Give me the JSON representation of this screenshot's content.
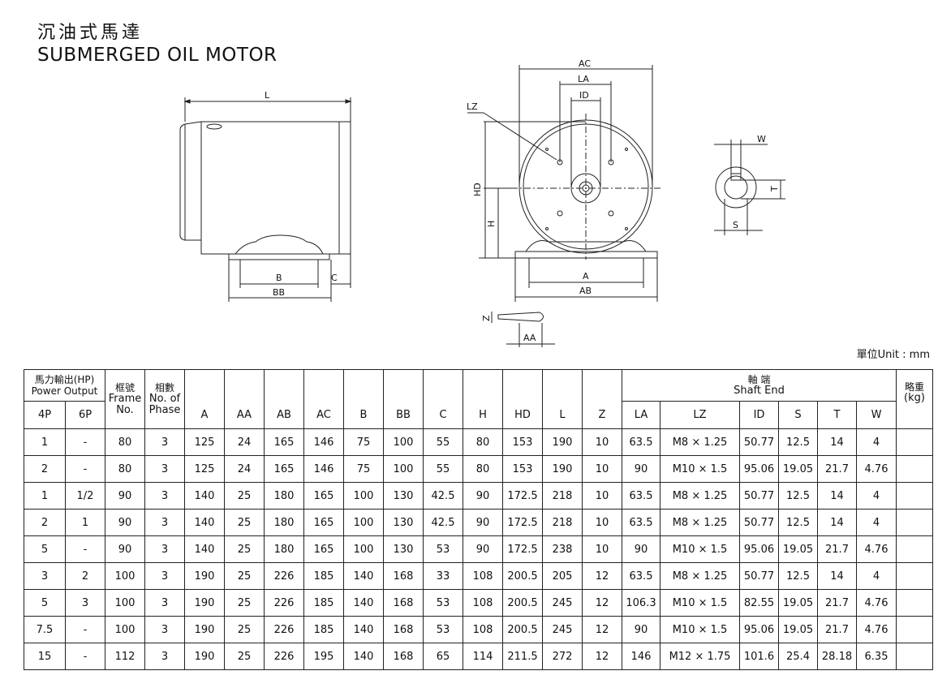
{
  "title_cn": "沉油式馬達",
  "title_en": "SUBMERGED OIL MOTOR",
  "unit_label": "單位Unit : mm",
  "drawing_labels": {
    "L": "L",
    "B": "B",
    "C": "C",
    "BB": "BB",
    "AC": "AC",
    "LA": "LA",
    "ID": "ID",
    "LZ": "LZ",
    "HD": "HD",
    "H": "H",
    "A": "A",
    "AB": "AB",
    "Z": "Z",
    "AA": "AA",
    "W": "W",
    "T": "T",
    "S": "S"
  },
  "table": {
    "power_header_cn": "馬力輸出(HP)",
    "power_header_en": "Power Output",
    "frame_header_cn": "框號",
    "frame_header_en1": "Frame",
    "frame_header_en2": "No.",
    "phase_header_cn": "相數",
    "phase_header_en1": "No. of",
    "phase_header_en2": "Phase",
    "shaft_header_cn": "軸 端",
    "shaft_header_en": "Shaft End",
    "weight_header_cn": "略重",
    "weight_header_en": "(kg)",
    "col_4p": "4P",
    "col_6p": "6P",
    "columns": [
      "A",
      "AA",
      "AB",
      "AC",
      "B",
      "BB",
      "C",
      "H",
      "HD",
      "L",
      "Z"
    ],
    "shaft_columns": [
      "LA",
      "LZ",
      "ID",
      "S",
      "T",
      "W"
    ],
    "rows": [
      [
        "1",
        "-",
        "80",
        "3",
        "125",
        "24",
        "165",
        "146",
        "75",
        "100",
        "55",
        "80",
        "153",
        "190",
        "10",
        "63.5",
        "M8 × 1.25",
        "50.77",
        "12.5",
        "14",
        "4",
        ""
      ],
      [
        "2",
        "-",
        "80",
        "3",
        "125",
        "24",
        "165",
        "146",
        "75",
        "100",
        "55",
        "80",
        "153",
        "190",
        "10",
        "90",
        "M10 × 1.5",
        "95.06",
        "19.05",
        "21.7",
        "4.76",
        ""
      ],
      [
        "1",
        "1/2",
        "90",
        "3",
        "140",
        "25",
        "180",
        "165",
        "100",
        "130",
        "42.5",
        "90",
        "172.5",
        "218",
        "10",
        "63.5",
        "M8 × 1.25",
        "50.77",
        "12.5",
        "14",
        "4",
        ""
      ],
      [
        "2",
        "1",
        "90",
        "3",
        "140",
        "25",
        "180",
        "165",
        "100",
        "130",
        "42.5",
        "90",
        "172.5",
        "218",
        "10",
        "63.5",
        "M8 × 1.25",
        "50.77",
        "12.5",
        "14",
        "4",
        ""
      ],
      [
        "5",
        "-",
        "90",
        "3",
        "140",
        "25",
        "180",
        "165",
        "100",
        "130",
        "53",
        "90",
        "172.5",
        "238",
        "10",
        "90",
        "M10 × 1.5",
        "95.06",
        "19.05",
        "21.7",
        "4.76",
        ""
      ],
      [
        "3",
        "2",
        "100",
        "3",
        "190",
        "25",
        "226",
        "185",
        "140",
        "168",
        "33",
        "108",
        "200.5",
        "205",
        "12",
        "63.5",
        "M8 × 1.25",
        "50.77",
        "12.5",
        "14",
        "4",
        ""
      ],
      [
        "5",
        "3",
        "100",
        "3",
        "190",
        "25",
        "226",
        "185",
        "140",
        "168",
        "53",
        "108",
        "200.5",
        "245",
        "12",
        "106.3",
        "M10 × 1.5",
        "82.55",
        "19.05",
        "21.7",
        "4.76",
        ""
      ],
      [
        "7.5",
        "-",
        "100",
        "3",
        "190",
        "25",
        "226",
        "185",
        "140",
        "168",
        "53",
        "108",
        "200.5",
        "245",
        "12",
        "90",
        "M10 × 1.5",
        "95.06",
        "19.05",
        "21.7",
        "4.76",
        ""
      ],
      [
        "15",
        "-",
        "112",
        "3",
        "190",
        "25",
        "226",
        "195",
        "140",
        "168",
        "65",
        "114",
        "211.5",
        "272",
        "12",
        "146",
        "M12 × 1.75",
        "101.6",
        "25.4",
        "28.18",
        "6.35",
        ""
      ]
    ]
  }
}
